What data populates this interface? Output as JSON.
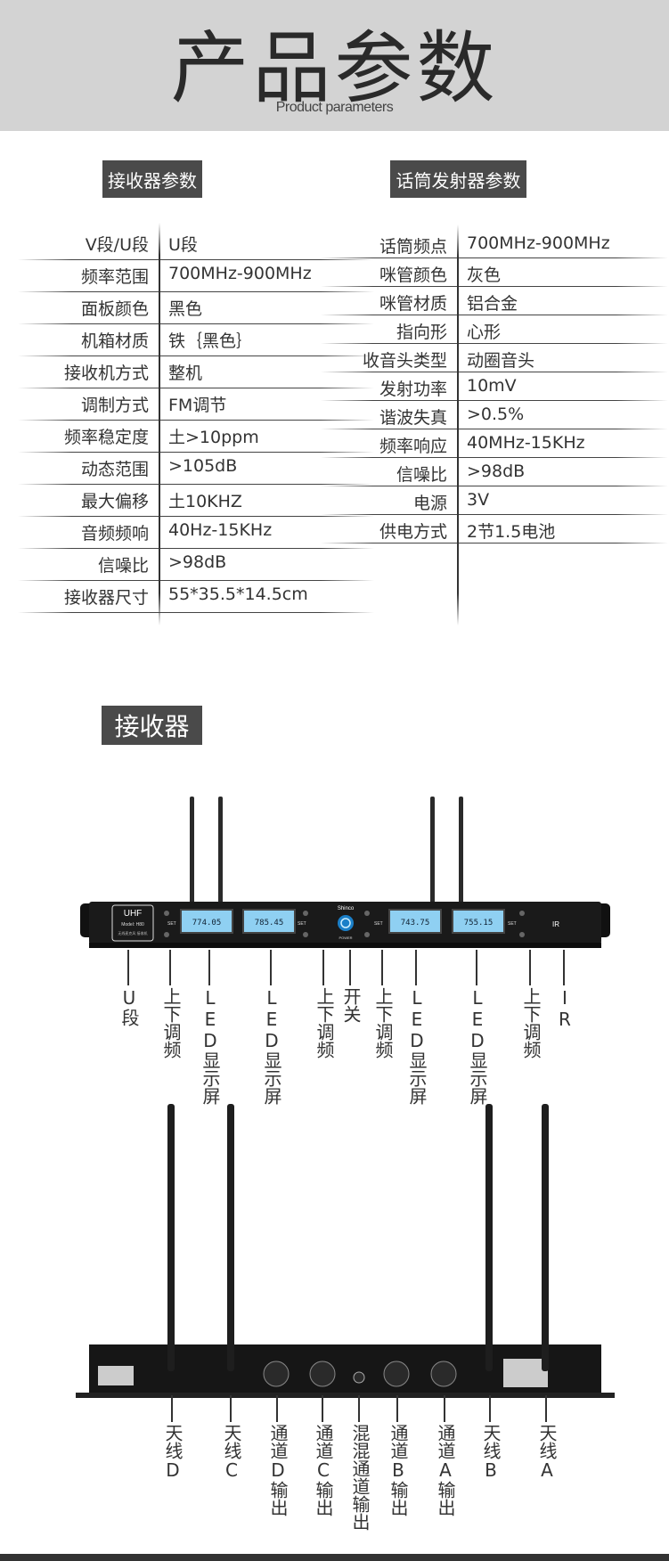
{
  "header": {
    "title": "产品参数",
    "subtitle": "Product parameters"
  },
  "receiver_params": {
    "badge": "接收器参数",
    "rows": [
      {
        "k": "V段/U段",
        "v": "U段"
      },
      {
        "k": "频率范围",
        "v": "700MHz-900MHz"
      },
      {
        "k": "面板颜色",
        "v": "黑色"
      },
      {
        "k": "机箱材质",
        "v": "铁｛黑色｝"
      },
      {
        "k": "接收机方式",
        "v": "整机"
      },
      {
        "k": "调制方式",
        "v": "FM调节"
      },
      {
        "k": "频率稳定度",
        "v": "土>10ppm"
      },
      {
        "k": "动态范围",
        "v": ">105dB"
      },
      {
        "k": "最大偏移",
        "v": "土10KHZ"
      },
      {
        "k": "音频频响",
        "v": "40Hz-15KHz"
      },
      {
        "k": "信噪比",
        "v": ">98dB"
      },
      {
        "k": "接收器尺寸",
        "v": "55*35.5*14.5cm"
      }
    ]
  },
  "mic_params": {
    "badge": "话筒发射器参数",
    "rows": [
      {
        "k": "话筒频点",
        "v": "700MHz-900MHz"
      },
      {
        "k": "咪管颜色",
        "v": "灰色"
      },
      {
        "k": "咪管材质",
        "v": "铝合金"
      },
      {
        "k": "指向形",
        "v": "心形"
      },
      {
        "k": "收音头类型",
        "v": "动圈音头"
      },
      {
        "k": "发射功率",
        "v": "10mV"
      },
      {
        "k": "谐波失真",
        "v": ">0.5%"
      },
      {
        "k": "频率响应",
        "v": "40MHz-15KHz"
      },
      {
        "k": "信噪比",
        "v": ">98dB"
      },
      {
        "k": "电源",
        "v": "3V"
      },
      {
        "k": "供电方式",
        "v": "2节1.5电池"
      }
    ]
  },
  "receiver_section": {
    "badge": "接收器"
  },
  "front_panel": {
    "brand": "Shinco",
    "uhf_label": "UHF",
    "model": "Model: H80",
    "sub_label": "无线麦克风 接收机",
    "power_label": "POWER",
    "set_label": "SET",
    "ir_label": "IR",
    "lcd_readouts": [
      "774.05",
      "785.45",
      "743.75",
      "755.15"
    ],
    "callouts": [
      "U段",
      "上下调频",
      "LED显示屏",
      "LED显示屏",
      "上下调频",
      "开关",
      "上下调频",
      "LED显示屏",
      "LED显示屏",
      "上下调频",
      "IR"
    ]
  },
  "rear_panel": {
    "callouts": [
      "天线D",
      "天线C",
      "通道D输出",
      "通道C输出",
      "混混通道输出",
      "通道B输出",
      "通道A输出",
      "天线B",
      "天线A"
    ]
  },
  "colors": {
    "header_bg": "#d3d3d3",
    "badge_bg": "#4a4a4a",
    "lcd": "#8fd0f2",
    "device": "#1a1a1a"
  }
}
